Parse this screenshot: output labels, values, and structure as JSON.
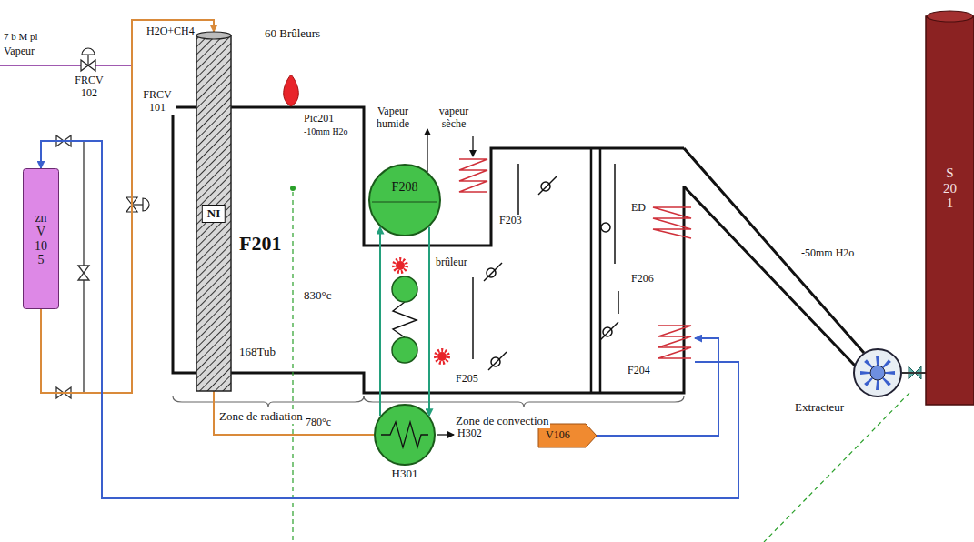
{
  "diagram": {
    "nodes": [
      {
        "text": [
          "zn V105"
        ]
      },
      {
        "text": [
          "NI"
        ]
      },
      {
        "text": [
          "F208"
        ]
      },
      {
        "text": [
          "F204"
        ]
      },
      {
        "text": [
          "H301"
        ]
      },
      {
        "text": [
          "V106"
        ]
      },
      {
        "text": [
          "Extracteur"
        ]
      },
      {
        "text": [
          "S201"
        ]
      }
    ],
    "edges": [
      {
        "from": 0,
        "to": 1,
        "arrow": "to"
      },
      {
        "from": 1,
        "to": 4,
        "arrow": "none"
      },
      {
        "from": 4,
        "to": 2,
        "arrow": "to"
      },
      {
        "from": 2,
        "to": 4,
        "arrow": "to"
      },
      {
        "from": 5,
        "to": 3,
        "arrow": "to"
      },
      {
        "from": 3,
        "to": 0,
        "arrow": "to"
      },
      {
        "from": 6,
        "to": 7,
        "arrow": "none"
      }
    ],
    "labels": [
      "7 b M pl",
      "Vapeur",
      "FRCV 102",
      "H2O+CH4",
      "FRCV 101",
      "60 Brûleurs",
      "Pic201",
      "-10mm H2o",
      "F201",
      "830°c",
      "168Tub",
      "Vapeur humide",
      "vapeur sèche",
      "F203",
      "brûleur",
      "F205",
      "ED",
      "F206",
      "-50mm H2o",
      "Zone de radiation",
      "Zone de convection",
      "780°c",
      "H302"
    ]
  }
}
